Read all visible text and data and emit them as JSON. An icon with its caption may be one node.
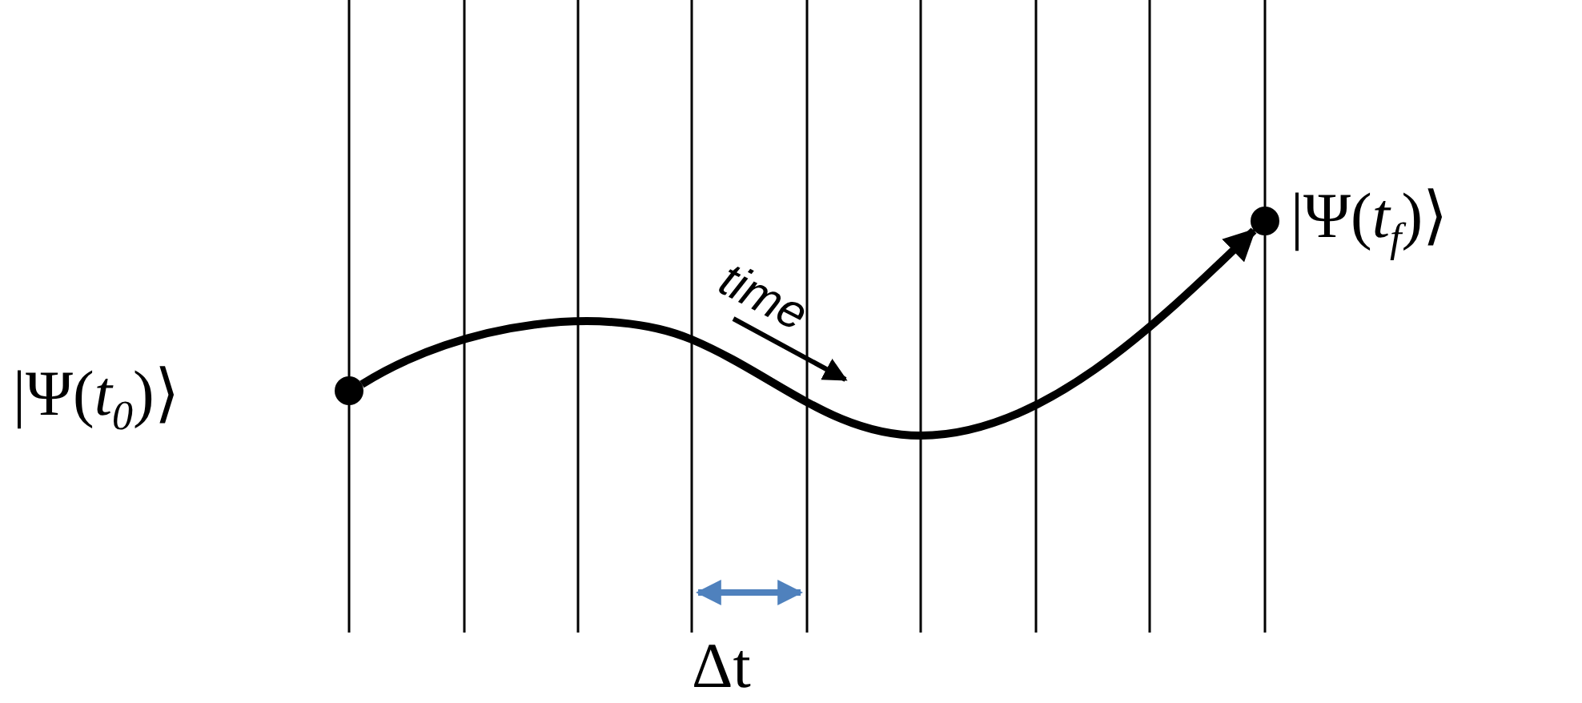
{
  "diagram": {
    "nodes": [
      {
        "text": [],
        "shape": "circle",
        "beside": [
          "|Ψ(*t*$_{0}$)⟩"
        ]
      },
      {
        "text": [],
        "shape": "circle",
        "beside": [
          "|Ψ(*t*$_{f}$)⟩"
        ]
      }
    ],
    "edges": [
      {
        "from": 0,
        "to": 1,
        "arrow": "to"
      }
    ],
    "labels": [
      "time",
      "Δt"
    ]
  }
}
